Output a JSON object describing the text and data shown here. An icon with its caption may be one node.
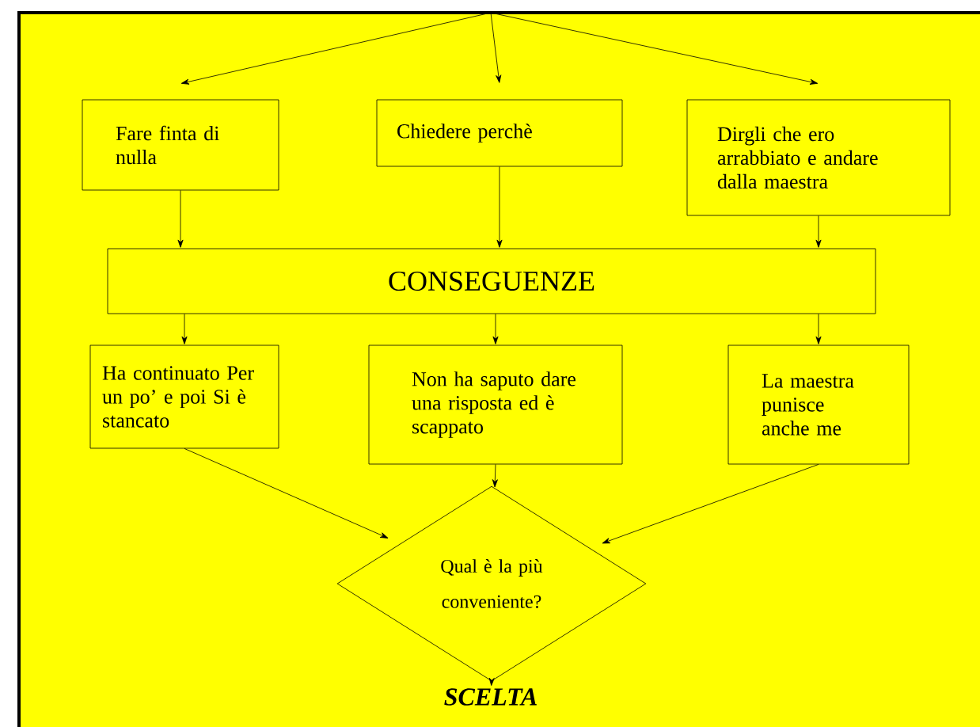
{
  "diagram": {
    "nodes": [
      {
        "text": [
          "Fare finta di nulla"
        ]
      },
      {
        "text": [
          "Chiedere perchè"
        ]
      },
      {
        "text": [
          "Dirgli che ero arrabbiato e andare dalla maestra"
        ]
      },
      {
        "text": [
          "CONSEGUENZE"
        ]
      },
      {
        "text": [
          "Ha continuato Per un po’ e poi Si è stancato"
        ]
      },
      {
        "text": [
          "Non ha saputo dare una risposta ed è scappato"
        ]
      },
      {
        "text": [
          "La maestra punisce anche me"
        ]
      },
      {
        "text": [
          "Qual è la più conveniente?"
        ]
      },
      {
        "text": [
          "SCELTA"
        ]
      }
    ],
    "edges": [
      {
        "from": null,
        "to": 0,
        "arrow": "to"
      },
      {
        "from": null,
        "to": 1,
        "arrow": "to"
      },
      {
        "from": null,
        "to": 2,
        "arrow": "to"
      },
      {
        "from": 0,
        "to": 3,
        "arrow": "to"
      },
      {
        "from": 1,
        "to": 3,
        "arrow": "to"
      },
      {
        "from": 2,
        "to": 3,
        "arrow": "to"
      },
      {
        "from": 3,
        "to": 4,
        "arrow": "to"
      },
      {
        "from": 3,
        "to": 5,
        "arrow": "to"
      },
      {
        "from": 3,
        "to": 6,
        "arrow": "to"
      },
      {
        "from": 4,
        "to": 7,
        "arrow": "to"
      },
      {
        "from": 5,
        "to": 7,
        "arrow": "to"
      },
      {
        "from": 6,
        "to": 7,
        "arrow": "to"
      },
      {
        "from": 7,
        "to": 8,
        "arrow": "to"
      }
    ]
  }
}
